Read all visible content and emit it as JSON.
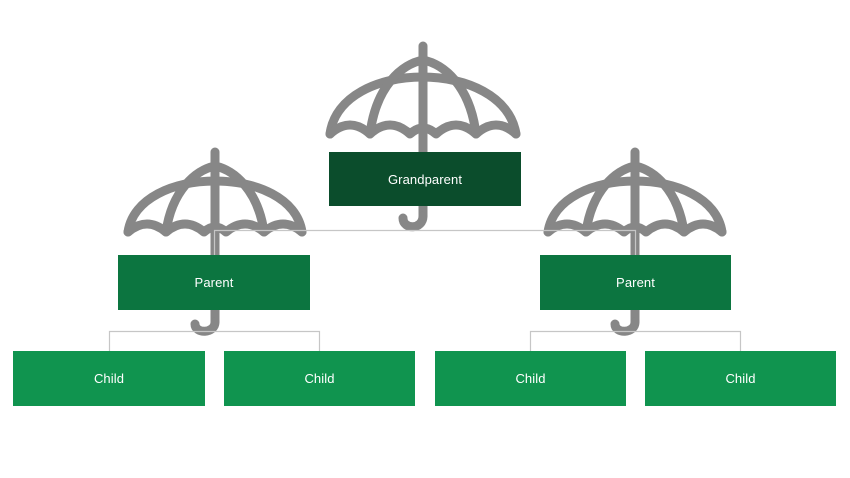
{
  "colors": {
    "grandparent_fill": "#0b4d2c",
    "parent_fill": "#0c7540",
    "child_fill": "#10944f",
    "umbrella_stroke": "#878787",
    "connector_stroke": "#c6c6c6",
    "label_color": "#ffffff"
  },
  "icons": {
    "umbrella": "umbrella-icon"
  },
  "hierarchy": {
    "grandparent": {
      "label": "Grandparent"
    },
    "parents": [
      {
        "label": "Parent",
        "children": [
          {
            "label": "Child"
          },
          {
            "label": "Child"
          }
        ]
      },
      {
        "label": "Parent",
        "children": [
          {
            "label": "Child"
          },
          {
            "label": "Child"
          }
        ]
      }
    ]
  }
}
